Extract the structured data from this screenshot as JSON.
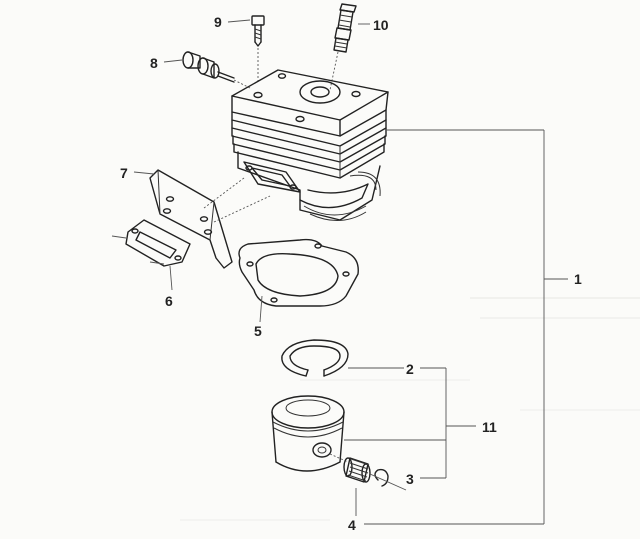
{
  "diagram": {
    "callouts": {
      "c1": "1",
      "c2": "2",
      "c3": "3",
      "c4": "4",
      "c5": "5",
      "c6": "6",
      "c7": "7",
      "c8": "8",
      "c9": "9",
      "c10": "10",
      "c11": "11"
    },
    "parts": {
      "cylinder": "cylinder-head-assembly",
      "gasket_base": "cylinder-base-gasket",
      "heat_shield": "muffler-heat-shield",
      "exhaust_gasket": "exhaust-gasket",
      "piston": "piston",
      "piston_ring": "piston-ring",
      "needle_bearing": "needle-bearing",
      "circlip": "circlip",
      "spark_plug": "spark-plug",
      "screw": "cylinder-screw",
      "decomp_valve": "decompression-valve"
    }
  }
}
